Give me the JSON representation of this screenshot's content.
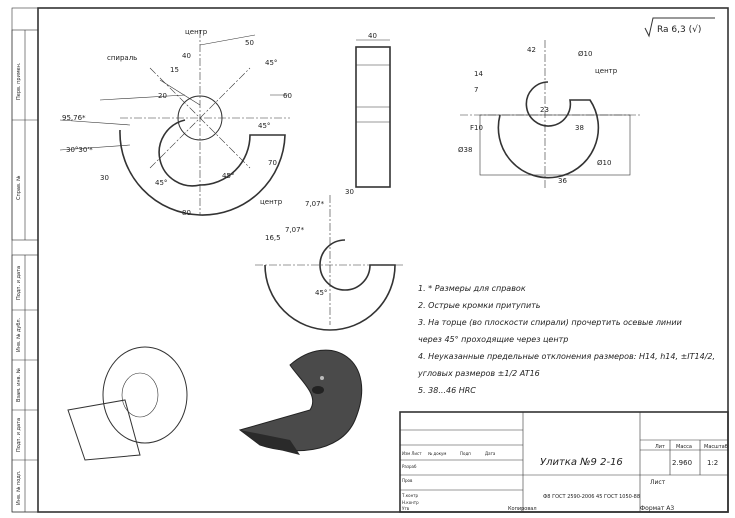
{
  "roughness": "Ra 6,3 (√)",
  "view1": {
    "labels": [
      "центр",
      "спираль",
      "40",
      "15",
      "50",
      "45°",
      "20",
      "60",
      "95,76*",
      "30°30'*",
      "45°",
      "70",
      "30",
      "45°",
      "45°",
      "80"
    ]
  },
  "view2": {
    "labels": [
      "40"
    ]
  },
  "view3": {
    "labels": [
      "42",
      "Ø10",
      "центр",
      "14",
      "7",
      "F10",
      "23",
      "38",
      "Ø38",
      "36",
      "Ø10"
    ]
  },
  "view4": {
    "labels": [
      "центр",
      "7,07*",
      "30",
      "16,5",
      "7,07*",
      "45°"
    ]
  },
  "notes": [
    "1. * Размеры для справок",
    "2. Острые кромки притупить",
    "3. На торце (во плоскости спирали) прочертить осевые линии",
    "через 45° проходящие через центр",
    "4. Неуказанные предельные отклонения размеров: H14, h14, ±IT14/2,",
    "угловых размеров ±1/2 AT16",
    "5. 38...46 HRC"
  ],
  "title_block": {
    "title": "Улитка №9 2-16",
    "material": "Ф8 ГОСТ 2590-2006\n45 ГОСТ 1050-88",
    "col_headers": [
      "Лит",
      "Масса",
      "Масштаб"
    ],
    "mass": "2.960",
    "scale": "1:2",
    "sheet": "Лист",
    "format": "Формат A3",
    "copied": "Копировал",
    "row_labels": [
      "Изм Лист",
      "№ докум",
      "Подп",
      "Дата",
      "Разраб",
      "Пров",
      "Т.контр",
      "Н.контр",
      "Утв"
    ]
  },
  "side_stamp": [
    "Перв. примен.",
    "Справ. №",
    "Подп. и дата",
    "Инв. № дубл.",
    "Взам. инв. №",
    "Подп. и дата",
    "Инв. № подл."
  ]
}
